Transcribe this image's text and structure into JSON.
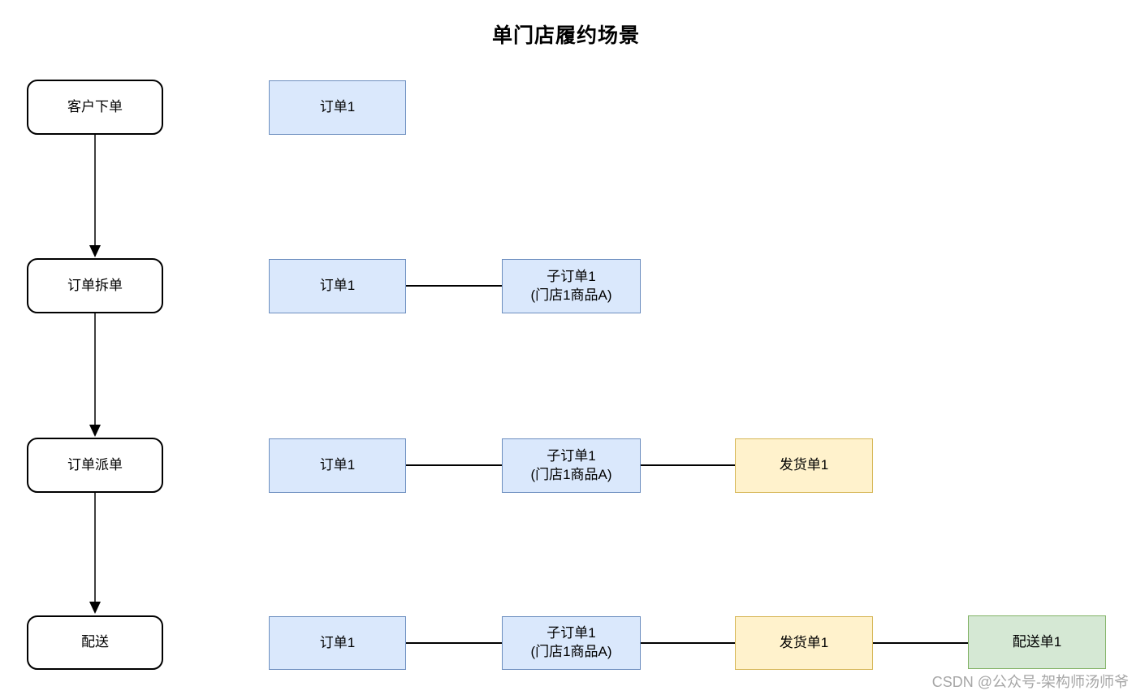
{
  "title": "单门店履约场景",
  "watermark": "CSDN @公众号-架构师汤师爷",
  "colors": {
    "order_fill": "#dae8fc",
    "order_border": "#6c8ebf",
    "shipment_fill": "#fff2cc",
    "shipment_border": "#d6b656",
    "delivery_fill": "#d5e8d4",
    "delivery_border": "#82b366",
    "stage_fill": "#ffffff",
    "stage_border": "#000000",
    "connector": "#000000"
  },
  "stages": [
    {
      "label": "客户下单"
    },
    {
      "label": "订单拆单"
    },
    {
      "label": "订单派单"
    },
    {
      "label": "配送"
    }
  ],
  "rows": [
    {
      "stage": "客户下单",
      "entities": [
        {
          "label": "订单1",
          "type": "order"
        }
      ]
    },
    {
      "stage": "订单拆单",
      "entities": [
        {
          "label": "订单1",
          "type": "order"
        },
        {
          "label": "子订单1",
          "sub": "(门店1商品A)",
          "type": "order"
        }
      ]
    },
    {
      "stage": "订单派单",
      "entities": [
        {
          "label": "订单1",
          "type": "order"
        },
        {
          "label": "子订单1",
          "sub": "(门店1商品A)",
          "type": "order"
        },
        {
          "label": "发货单1",
          "type": "shipment"
        }
      ]
    },
    {
      "stage": "配送",
      "entities": [
        {
          "label": "订单1",
          "type": "order"
        },
        {
          "label": "子订单1",
          "sub": "(门店1商品A)",
          "type": "order"
        },
        {
          "label": "发货单1",
          "type": "shipment"
        },
        {
          "label": "配送单1",
          "type": "delivery"
        }
      ]
    }
  ],
  "edges": {
    "stage_flow": [
      "客户下单→订单拆单",
      "订单拆单→订单派单",
      "订单派单→配送"
    ],
    "entity_links": [
      "订单1—子订单1 (row 订单拆单)",
      "订单1—子订单1 (row 订单派单)",
      "子订单1—发货单1 (row 订单派单)",
      "订单1—子订单1 (row 配送)",
      "子订单1—发货单1 (row 配送)",
      "发货单1—配送单1 (row 配送)"
    ]
  }
}
